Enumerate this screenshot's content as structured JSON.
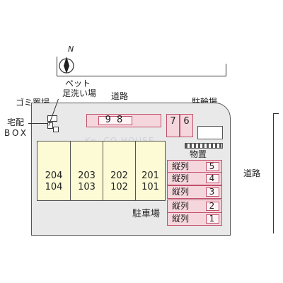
{
  "labels": {
    "road_top": "道路",
    "road_right": "道路",
    "garbage": "ゴミ置場",
    "pet_line1": "ペット",
    "pet_line2": "足洗い場",
    "delivery_line1": "宅配",
    "delivery_line2": "BOX",
    "bicycle": "駐輪場",
    "storage": "物置",
    "parking": "駐車場",
    "compass": "N",
    "watermark": "Ke..CO HOUSE"
  },
  "units": [
    {
      "upper": "204",
      "lower": "104"
    },
    {
      "upper": "203",
      "lower": "103"
    },
    {
      "upper": "202",
      "lower": "102"
    },
    {
      "upper": "201",
      "lower": "101"
    }
  ],
  "parking_top": [
    {
      "label": "9 8"
    },
    {
      "label": "7"
    },
    {
      "label": "6"
    }
  ],
  "parking_rows": [
    {
      "name": "縦列",
      "num": "5"
    },
    {
      "name": "縦列",
      "num": "4"
    },
    {
      "name": "縦列",
      "num": "3"
    },
    {
      "name": "縦列",
      "num": "2"
    },
    {
      "name": "縦列",
      "num": "1"
    }
  ],
  "colors": {
    "unit_fill": "#fcfbd6",
    "parking_fill": "#f6d6dd",
    "parking_border": "#c0506a",
    "site_fill": "#e9e9e9"
  }
}
